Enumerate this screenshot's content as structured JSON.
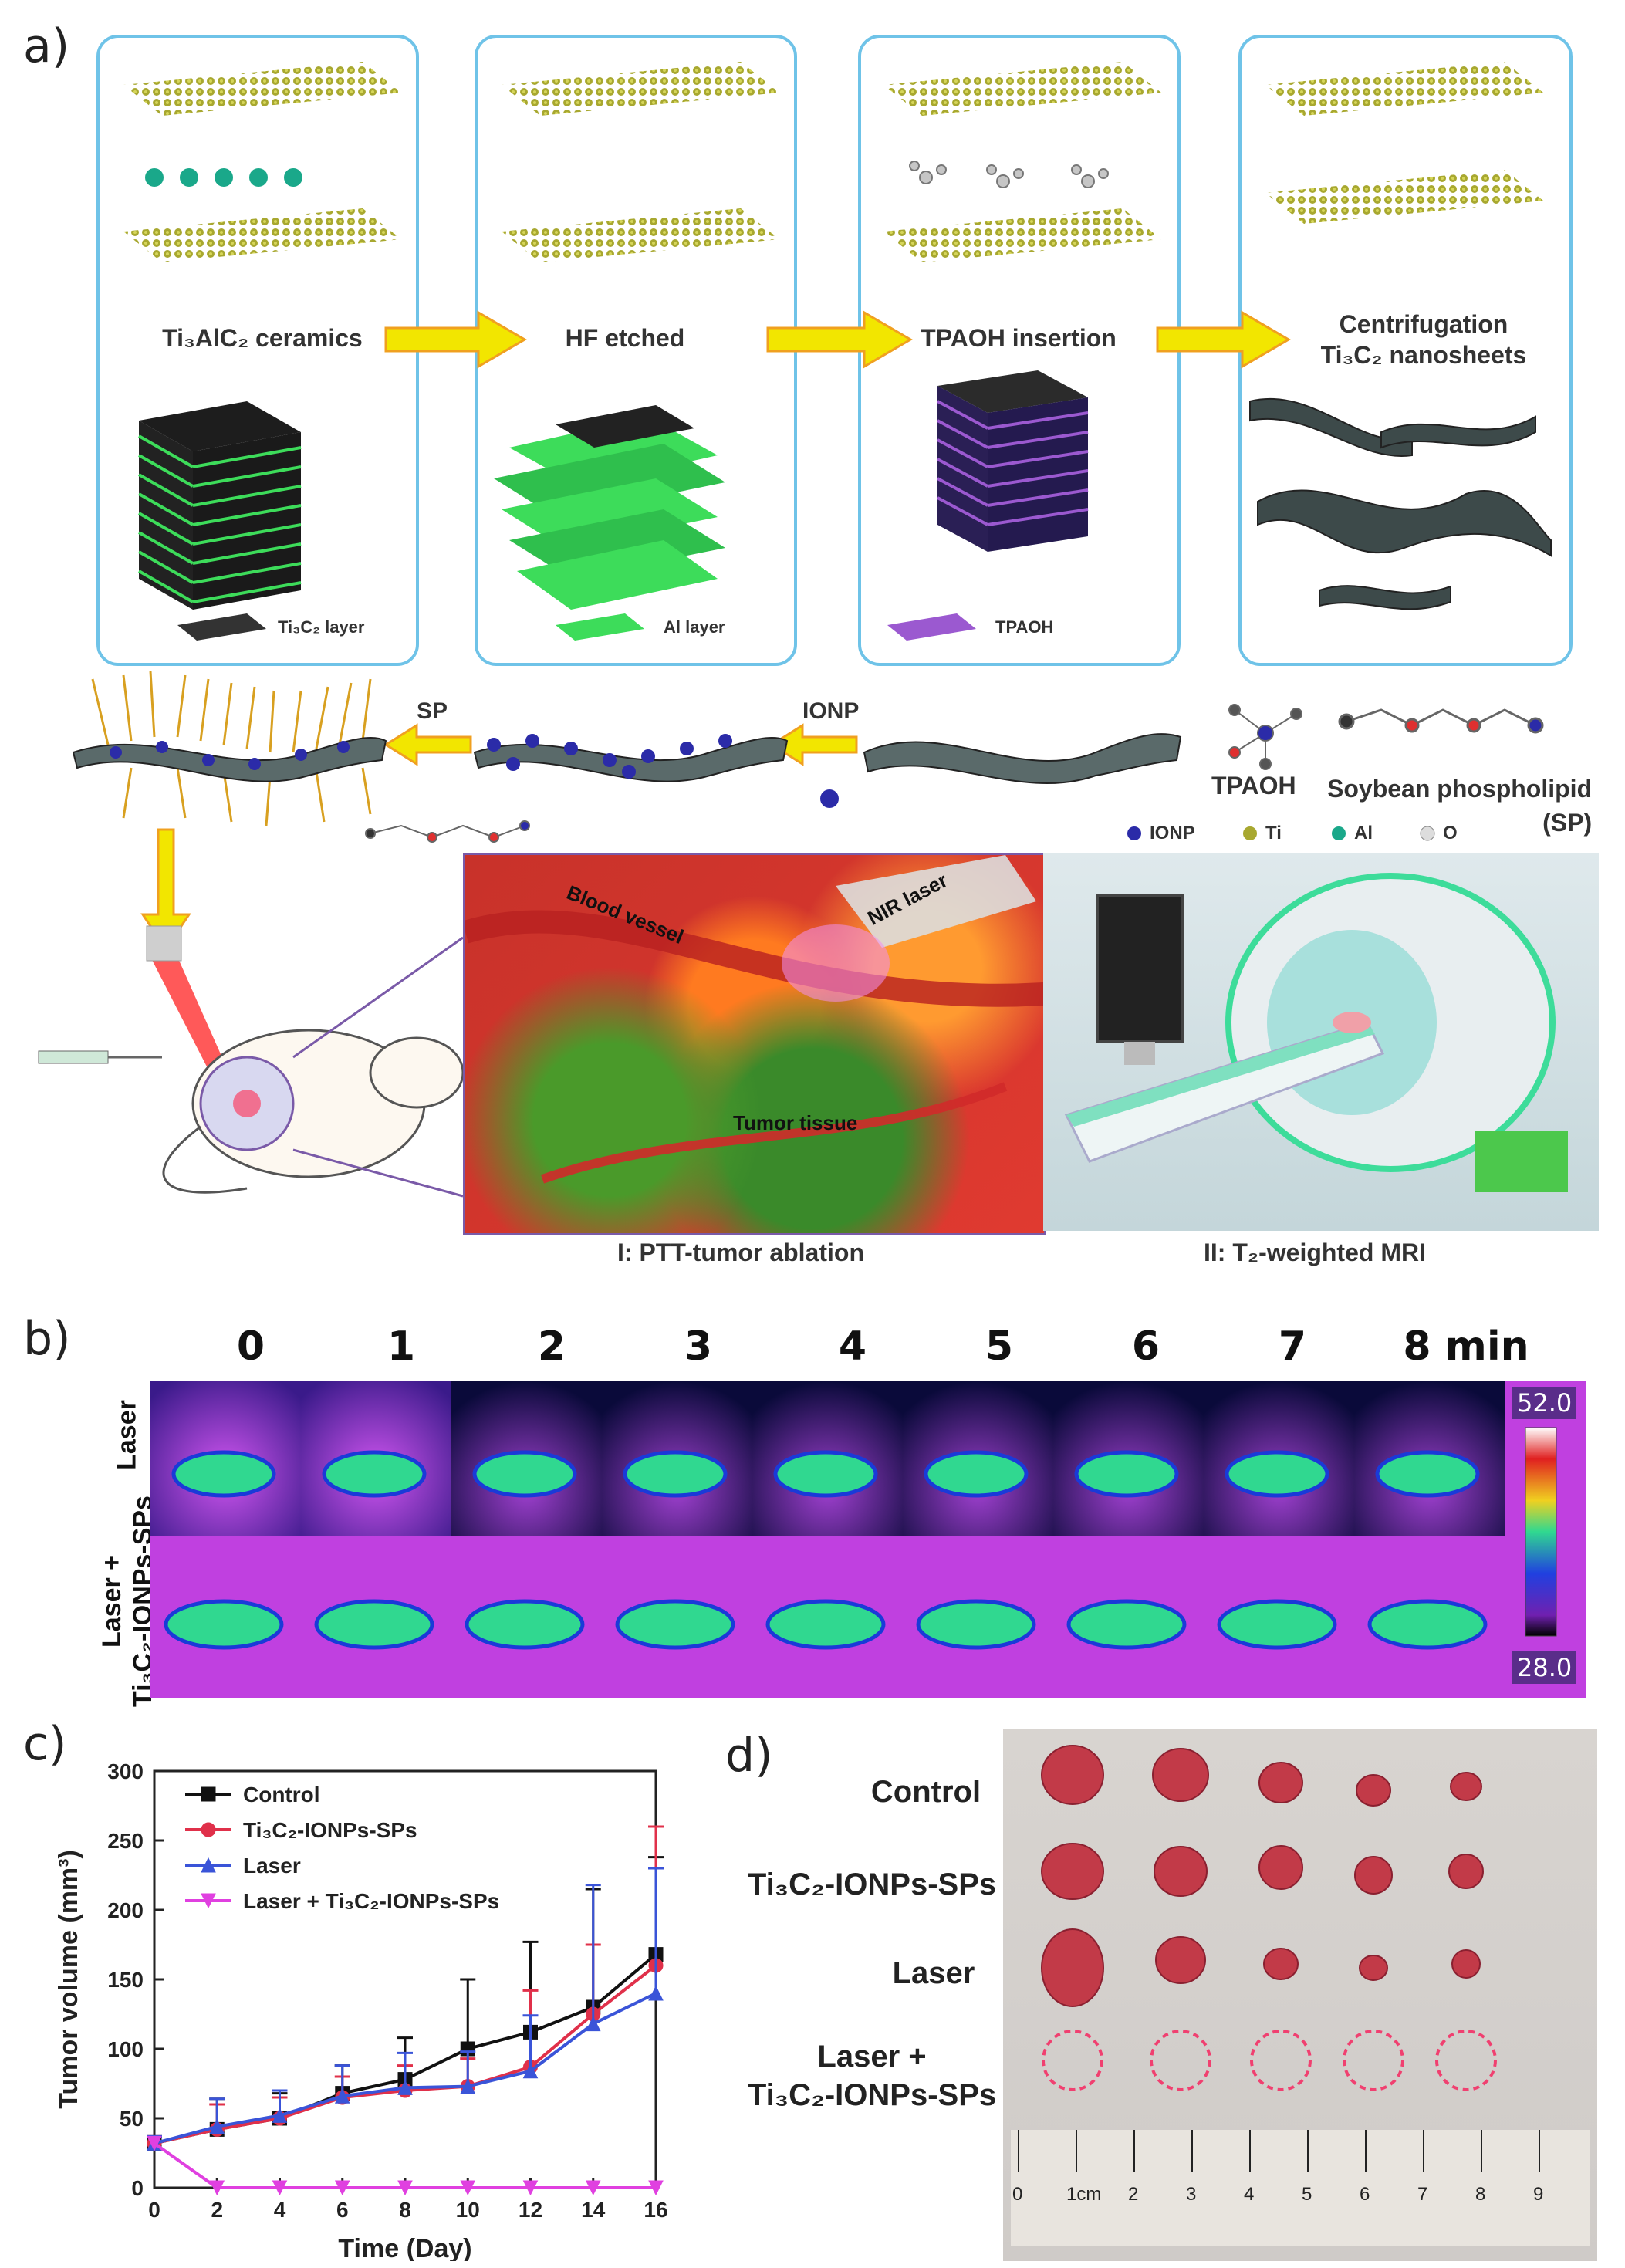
{
  "panels": {
    "a": "a)",
    "b": "b)",
    "c": "c)",
    "d": "d)"
  },
  "a": {
    "steps": [
      {
        "label": "Ti₃AlC₂ ceramics",
        "legend": "Ti₃C₂ layer",
        "legend_color": "#333333"
      },
      {
        "label": "HF etched",
        "legend": "Al layer",
        "legend_color": "#3ddc5a"
      },
      {
        "label": "TPAOH insertion",
        "legend": "TPAOH",
        "legend_color": "#9b59d0"
      },
      {
        "label": "Centrifugation\nTi₃C₂ nanosheets",
        "legend": "",
        "legend_color": ""
      }
    ],
    "arrow_sp": "SP",
    "arrow_ionp": "IONP",
    "tpaoh": "TPAOH",
    "sp_label": "Soybean phospholipid\n(SP)",
    "atoms": [
      "IONP",
      "Ti",
      "Al",
      "O"
    ],
    "atom_colors": [
      "#2b2ba8",
      "#a8a830",
      "#1aa88a",
      "#dddddd"
    ],
    "ptt_caption": "I: PTT-tumor ablation",
    "mri_caption": "II: T₂-weighted MRI",
    "ptt_tags": {
      "vessel": "Blood vessel",
      "laser": "NIR laser",
      "tissue": "Tumor tissue"
    }
  },
  "b": {
    "times": [
      "0",
      "1",
      "2",
      "3",
      "4",
      "5",
      "6",
      "7",
      "8 min"
    ],
    "rows": [
      "Laser",
      "Laser +\nTi₃C₂-IONPs-SPs"
    ],
    "scale_max": "52.0",
    "scale_min": "28.0"
  },
  "chart_data": {
    "type": "line",
    "xlabel": "Time (Day)",
    "ylabel": "Tumor volume (mm³)",
    "x": [
      0,
      2,
      4,
      6,
      8,
      10,
      12,
      14,
      16
    ],
    "xlim": [
      0,
      16
    ],
    "ylim": [
      0,
      300
    ],
    "xticks": [
      0,
      2,
      4,
      6,
      8,
      10,
      12,
      14,
      16
    ],
    "yticks": [
      0,
      50,
      100,
      150,
      200,
      250,
      300
    ],
    "legend_position": "top-left",
    "series": [
      {
        "name": "Control",
        "color": "#111111",
        "marker": "square",
        "values": [
          32,
          42,
          50,
          68,
          78,
          100,
          112,
          130,
          168
        ],
        "errors": [
          5,
          22,
          18,
          20,
          30,
          50,
          65,
          85,
          70
        ]
      },
      {
        "name": "Ti₃C₂-IONPs-SPs",
        "color": "#e0304a",
        "marker": "circle",
        "values": [
          32,
          42,
          50,
          65,
          70,
          73,
          87,
          125,
          160
        ],
        "errors": [
          5,
          18,
          15,
          15,
          18,
          20,
          55,
          50,
          100
        ]
      },
      {
        "name": "Laser",
        "color": "#3a54d8",
        "marker": "triangle-up",
        "values": [
          32,
          44,
          52,
          66,
          72,
          73,
          84,
          118,
          140
        ],
        "errors": [
          5,
          20,
          18,
          22,
          25,
          25,
          40,
          100,
          90
        ]
      },
      {
        "name": "Laser + Ti₃C₂-IONPs-SPs",
        "color": "#e040e0",
        "marker": "triangle-down",
        "values": [
          32,
          0,
          0,
          0,
          0,
          0,
          0,
          0,
          0
        ],
        "errors": [
          0,
          0,
          0,
          0,
          0,
          0,
          0,
          0,
          0
        ]
      }
    ]
  },
  "d": {
    "rows": [
      "Control",
      "Ti₃C₂-IONPs-SPs",
      "Laser",
      "Laser +\nTi₃C₂-IONPs-SPs"
    ],
    "ruler": [
      "0",
      "1cm",
      "2",
      "3",
      "4",
      "5",
      "6",
      "7",
      "8",
      "9"
    ]
  }
}
